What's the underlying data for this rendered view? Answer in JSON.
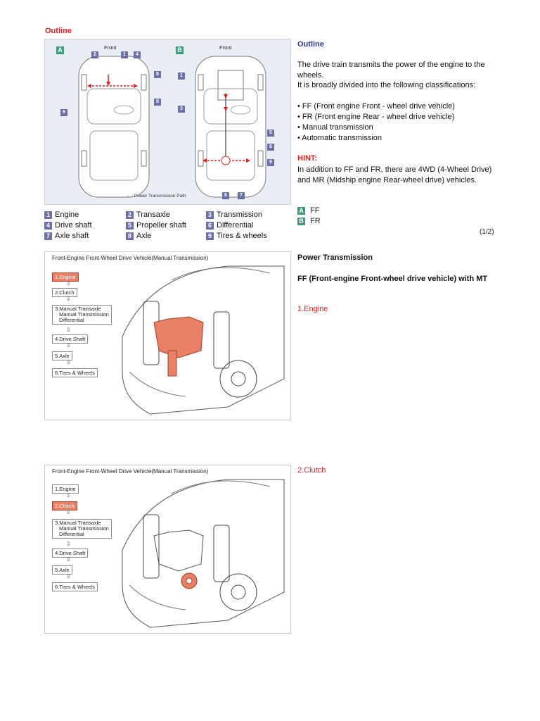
{
  "section1": {
    "heading": "Outline",
    "diagram": {
      "label_a": "A",
      "label_b": "B",
      "front_a": "Front",
      "front_b": "Front",
      "path_legend": "← : Power Transmission Path",
      "tags_a": [
        "2",
        "1",
        "4",
        "8",
        "9",
        "6"
      ],
      "tags_b": [
        "1",
        "3",
        "5",
        "8",
        "9",
        "6",
        "7"
      ]
    },
    "legend": [
      {
        "num": "1",
        "label": "Engine"
      },
      {
        "num": "2",
        "label": "Transaxle"
      },
      {
        "num": "3",
        "label": "Transmission"
      },
      {
        "num": "4",
        "label": "Drive shaft"
      },
      {
        "num": "5",
        "label": "Propeller shaft"
      },
      {
        "num": "6",
        "label": "Differential"
      },
      {
        "num": "7",
        "label": "Axle shaft"
      },
      {
        "num": "8",
        "label": "Axle"
      },
      {
        "num": "9",
        "label": "Tires & wheels"
      }
    ],
    "right": {
      "heading": "Outline",
      "p1": "The drive train transmits the power of the engine to the wheels.",
      "p2": "It is broadly divided into the following classifications:",
      "bullets": [
        "• FF (Front engine Front - wheel drive vehicle)",
        "• FR (Front engine Rear - wheel drive vehicle)",
        "• Manual transmission",
        "• Automatic transmission"
      ],
      "hint_label": "HINT:",
      "hint_text": "In addition to FF and FR, there are 4WD (4-Wheel Drive) and MR (Midship engine Rear-wheel drive) vehicles.",
      "keys": [
        {
          "tag": "A",
          "label": "FF"
        },
        {
          "tag": "B",
          "label": "FR"
        }
      ],
      "page": "(1/2)"
    }
  },
  "section2": {
    "figure_title": "Front-Engine Front-Wheel Drive Vehicle(Manual Transmission)",
    "steps": [
      "1.Engine",
      "2.Clutch",
      "3.Manual Transaxle",
      "Manual Transmission",
      "Differential",
      "4.Drive Shaft",
      "5.Axle",
      "6.Tires & Wheels"
    ],
    "arrow": "⇩",
    "heading": "Power Transmission",
    "subheading": "FF (Front-engine Front-wheel drive vehicle) with MT",
    "step_label": "1.Engine"
  },
  "section3": {
    "figure_title": "Front-Engine Front-Wheel Drive Vehicle(Manual Transmission)",
    "steps": [
      "1.Engine",
      "2.Clutch",
      "3.Manual Transaxle",
      "Manual Transmission",
      "Differential",
      "4.Drive Shaft",
      "5.Axle",
      "6.Tires & Wheels"
    ],
    "arrow": "⇩",
    "step_label": "2.Clutch"
  },
  "colors": {
    "red": "#e02020",
    "tag_blue": "#6a6fa8",
    "tag_green": "#3e9a7c",
    "highlight": "#e88066"
  }
}
